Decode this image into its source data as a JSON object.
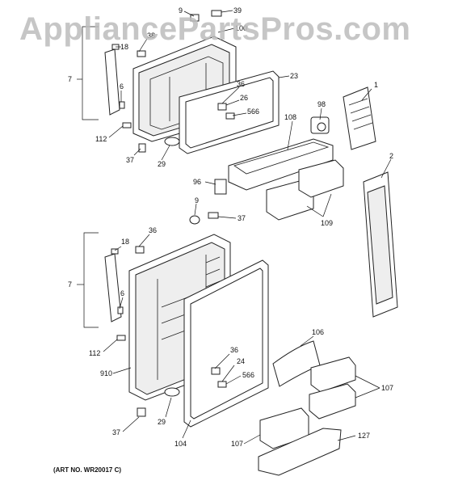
{
  "watermark": "AppliancePartsPros.com",
  "art_number": "(ART NO. WR20017 C)",
  "callouts": {
    "c9_top": "9",
    "c39": "39",
    "c38": "38",
    "c100": "100",
    "c7_top": "7",
    "c18_top": "18",
    "c6_top": "6",
    "c23": "23",
    "c36_top": "36",
    "c26": "26",
    "c566_top": "566",
    "c112_top": "112",
    "c37_top": "37",
    "c29_top": "29",
    "c1": "1",
    "c98": "98",
    "c108": "108",
    "c2": "2",
    "c96": "96",
    "c109": "109",
    "c9_mid": "9",
    "c37_mid": "37",
    "c36_mid": "36",
    "c18_bot": "18",
    "c7_bot": "7",
    "c6_bot": "6",
    "c112_bot": "112",
    "c910": "910",
    "c36_bot": "36",
    "c24": "24",
    "c566_bot": "566",
    "c29_bot": "29",
    "c104": "104",
    "c37_bot": "37",
    "c106": "106",
    "c107_right": "107",
    "c107_left": "107",
    "c127": "127"
  }
}
